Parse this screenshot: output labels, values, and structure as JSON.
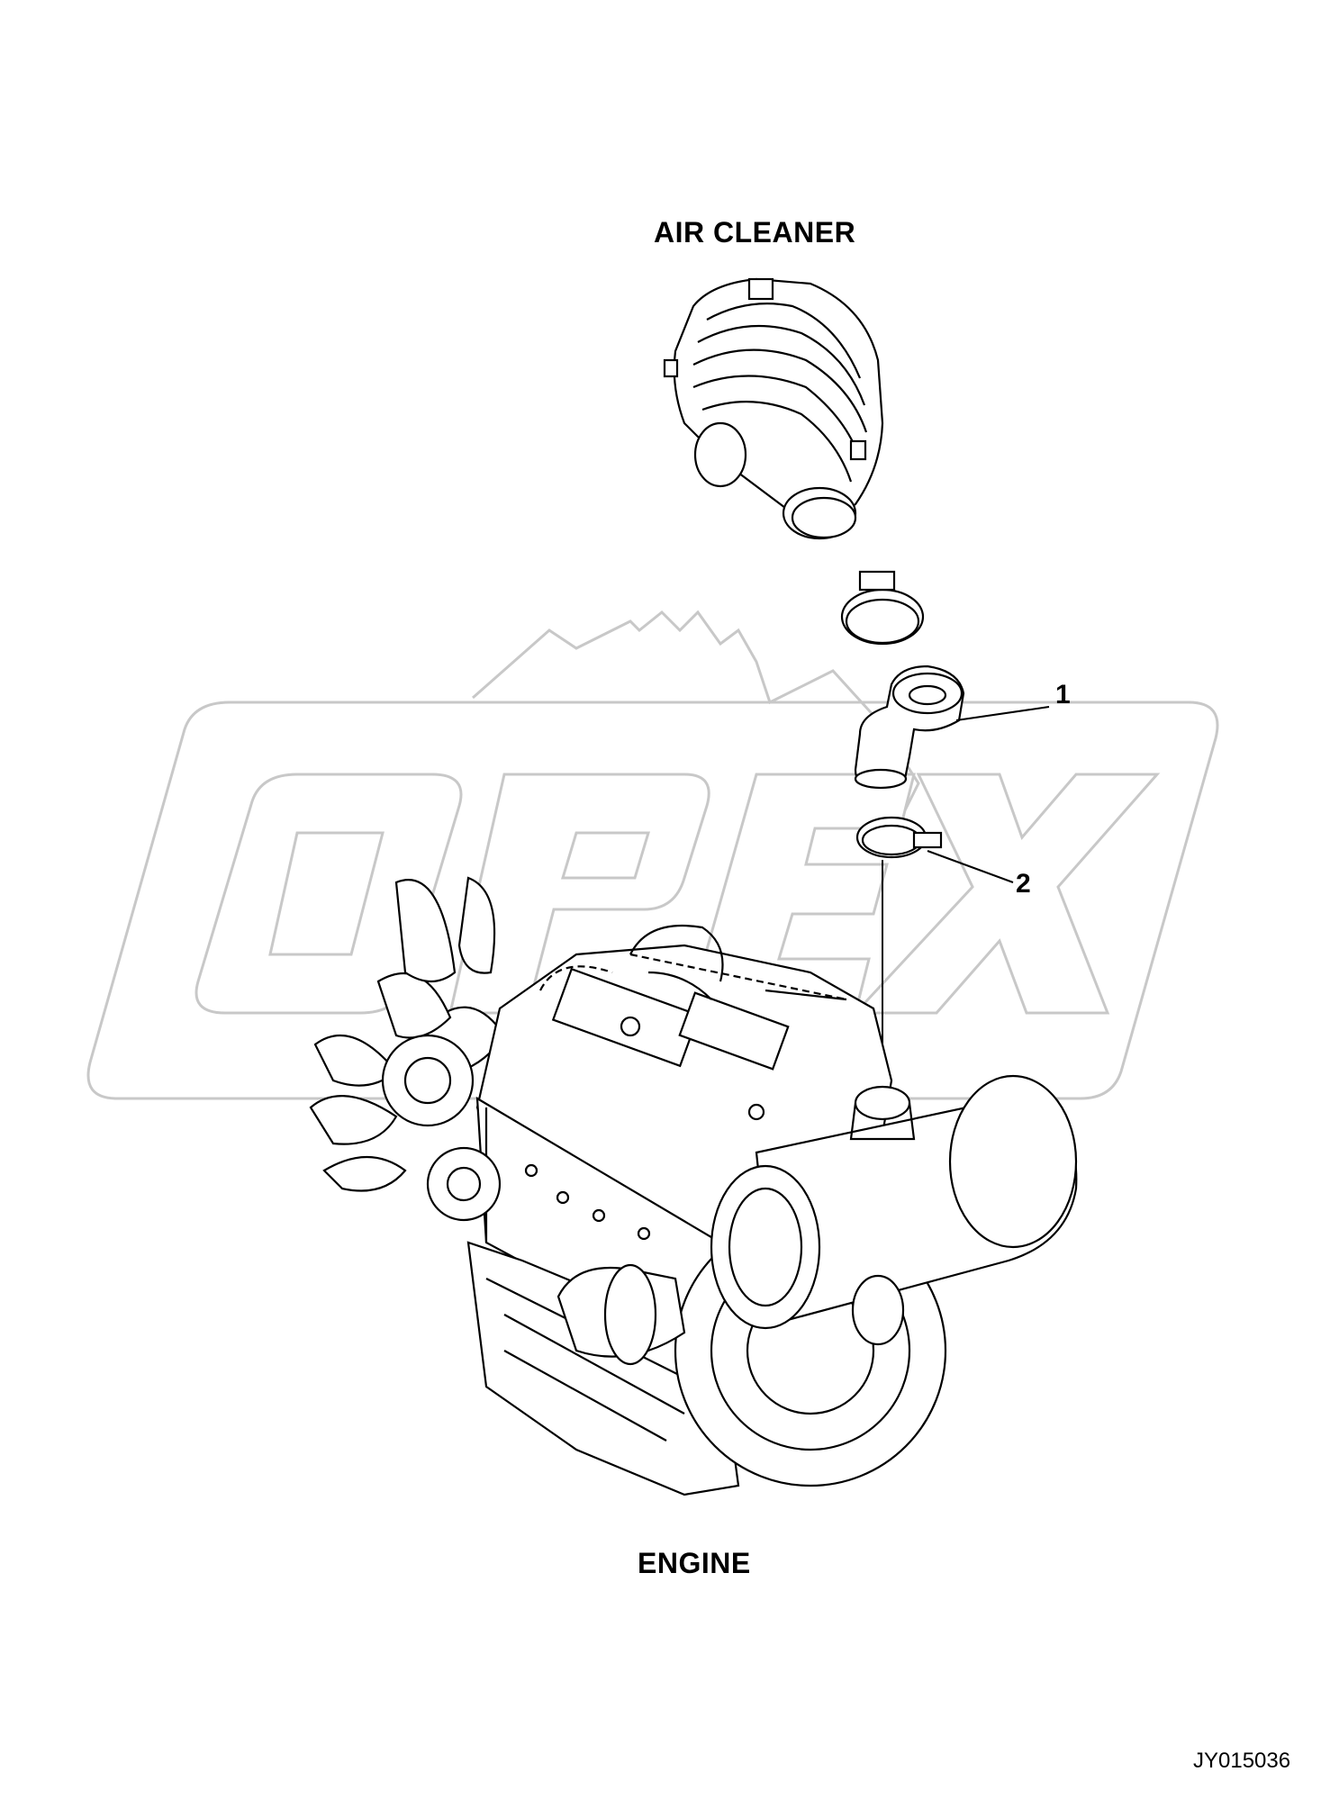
{
  "labels": {
    "air_cleaner": "AIR CLEANER",
    "engine": "ENGINE",
    "drawing_code": "JY015036"
  },
  "callouts": [
    {
      "number": "1",
      "part": "elbow-hose"
    },
    {
      "number": "2",
      "part": "hose-clamp"
    }
  ],
  "watermark": {
    "text": "OPEX",
    "color": "#cfcfcf"
  },
  "colors": {
    "line": "#000000",
    "background": "#ffffff"
  }
}
